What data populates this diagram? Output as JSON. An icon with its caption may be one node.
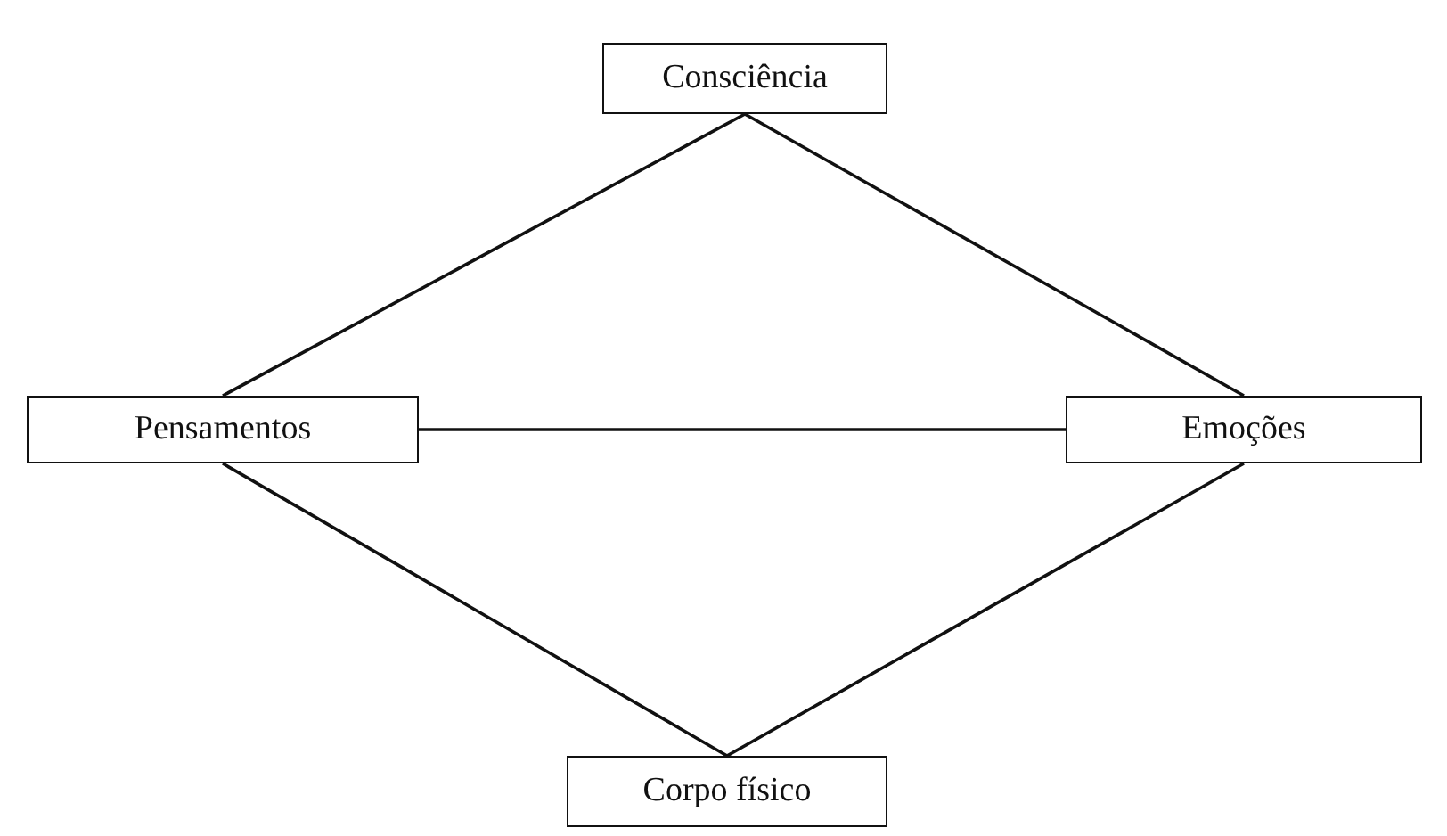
{
  "diagram": {
    "nodes": [
      {
        "text": [
          "Consciência"
        ]
      },
      {
        "text": [
          "Pensamentos"
        ]
      },
      {
        "text": [
          "Emoções"
        ]
      },
      {
        "text": [
          "Corpo físico"
        ]
      }
    ],
    "edges": [
      {
        "from": 0,
        "to": 1,
        "arrow": "none"
      },
      {
        "from": 0,
        "to": 2,
        "arrow": "none"
      },
      {
        "from": 1,
        "to": 2,
        "arrow": "none"
      },
      {
        "from": 1,
        "to": 3,
        "arrow": "none"
      },
      {
        "from": 2,
        "to": 3,
        "arrow": "none"
      }
    ]
  }
}
